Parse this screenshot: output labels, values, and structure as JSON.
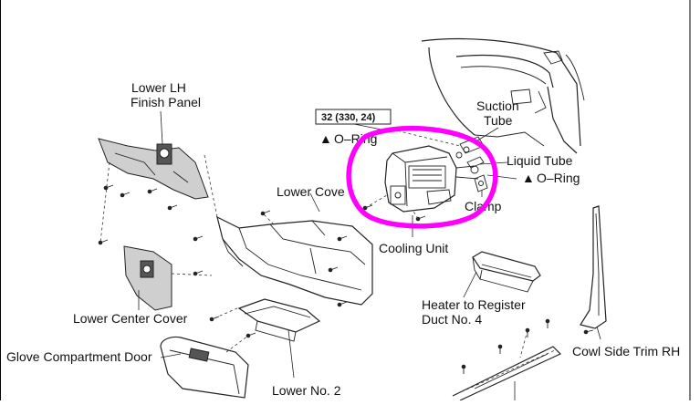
{
  "diagram": {
    "labels": {
      "lower_lh_finish_panel_1": "Lower LH",
      "lower_lh_finish_panel_2": "Finish Panel",
      "lower_cover": "Lower Cove",
      "torque_spec": "32 (330, 24)",
      "o_ring_left": "O–Ring",
      "suction_tube_1": "Suction",
      "suction_tube_2": "Tube",
      "liquid_tube": "Liquid Tube",
      "o_ring_right": "O–Ring",
      "clamp": "Clamp",
      "cooling_unit": "Cooling Unit",
      "lower_center_cover": "Lower Center Cover",
      "heater_duct_1": "Heater to Register",
      "heater_duct_2": "Duct No. 4",
      "glove_compartment_door": "Glove Compartment Door",
      "lower_no2": "Lower No. 2",
      "cowl_side_trim": "Cowl Side Trim RH"
    },
    "symbols": {
      "o_ring_marker": "▲"
    },
    "colors": {
      "highlight": "#ff00ff",
      "line": "#222222",
      "border": "#000000"
    }
  }
}
